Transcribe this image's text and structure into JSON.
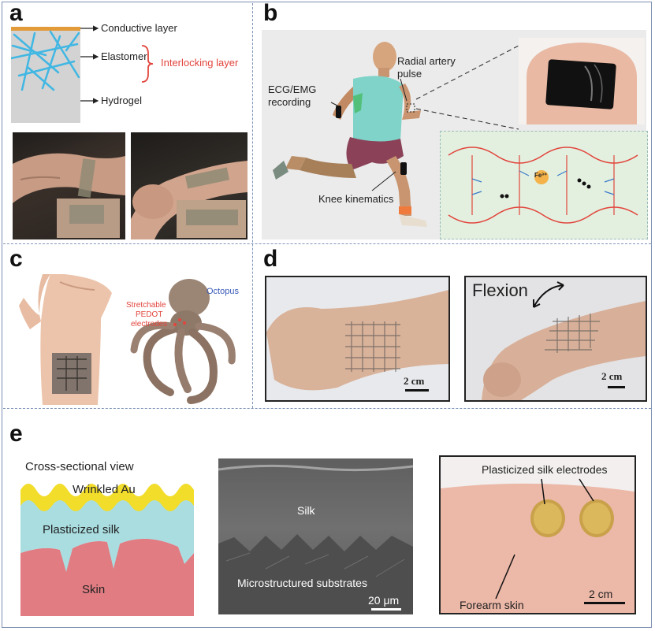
{
  "panels": {
    "a": {
      "label": "a",
      "conductive_layer": "Conductive layer",
      "elastomer": "Elastomer",
      "interlocking_layer": "Interlocking layer",
      "hydrogel": "Hydrogel"
    },
    "b": {
      "label": "b",
      "ecg_emg": "ECG/EMG",
      "recording": "recording",
      "radial_artery": "Radial artery",
      "pulse": "pulse",
      "knee_kinematics": "Knee kinematics",
      "fe_label": "Fe³⁺"
    },
    "c": {
      "label": "c",
      "stretchable": "Stretchable",
      "pedot": "PEDOT",
      "electrodes": "electrodes",
      "octopus": "Octopus"
    },
    "d": {
      "label": "d",
      "flexion": "Flexion",
      "scale_left": "2 cm",
      "scale_right": "2 cm"
    },
    "e": {
      "label": "e",
      "cross_sectional_view": "Cross-sectional view",
      "wrinkled_au": "Wrinkled Au",
      "plasticized_silk": "Plasticized silk",
      "skin": "Skin",
      "silk": "Silk",
      "microstructured_substrates": "Microstructured substrates",
      "sem_scale": "20 μm",
      "plasticized_silk_electrodes": "Plasticized silk electrodes",
      "forearm_skin": "Forearm skin",
      "photo_scale": "2 cm"
    }
  },
  "colors": {
    "conductive_layer": "#e39b3a",
    "elastomer_fiber": "#41b7e3",
    "hydrogel": "#d3d3d3",
    "interlocking_bracket": "#e2453d",
    "divider": "#7f95b8",
    "wrinkled_au": "#f2dd2a",
    "plasticized_silk": "#a9dde0",
    "skin": "#f08c92"
  }
}
